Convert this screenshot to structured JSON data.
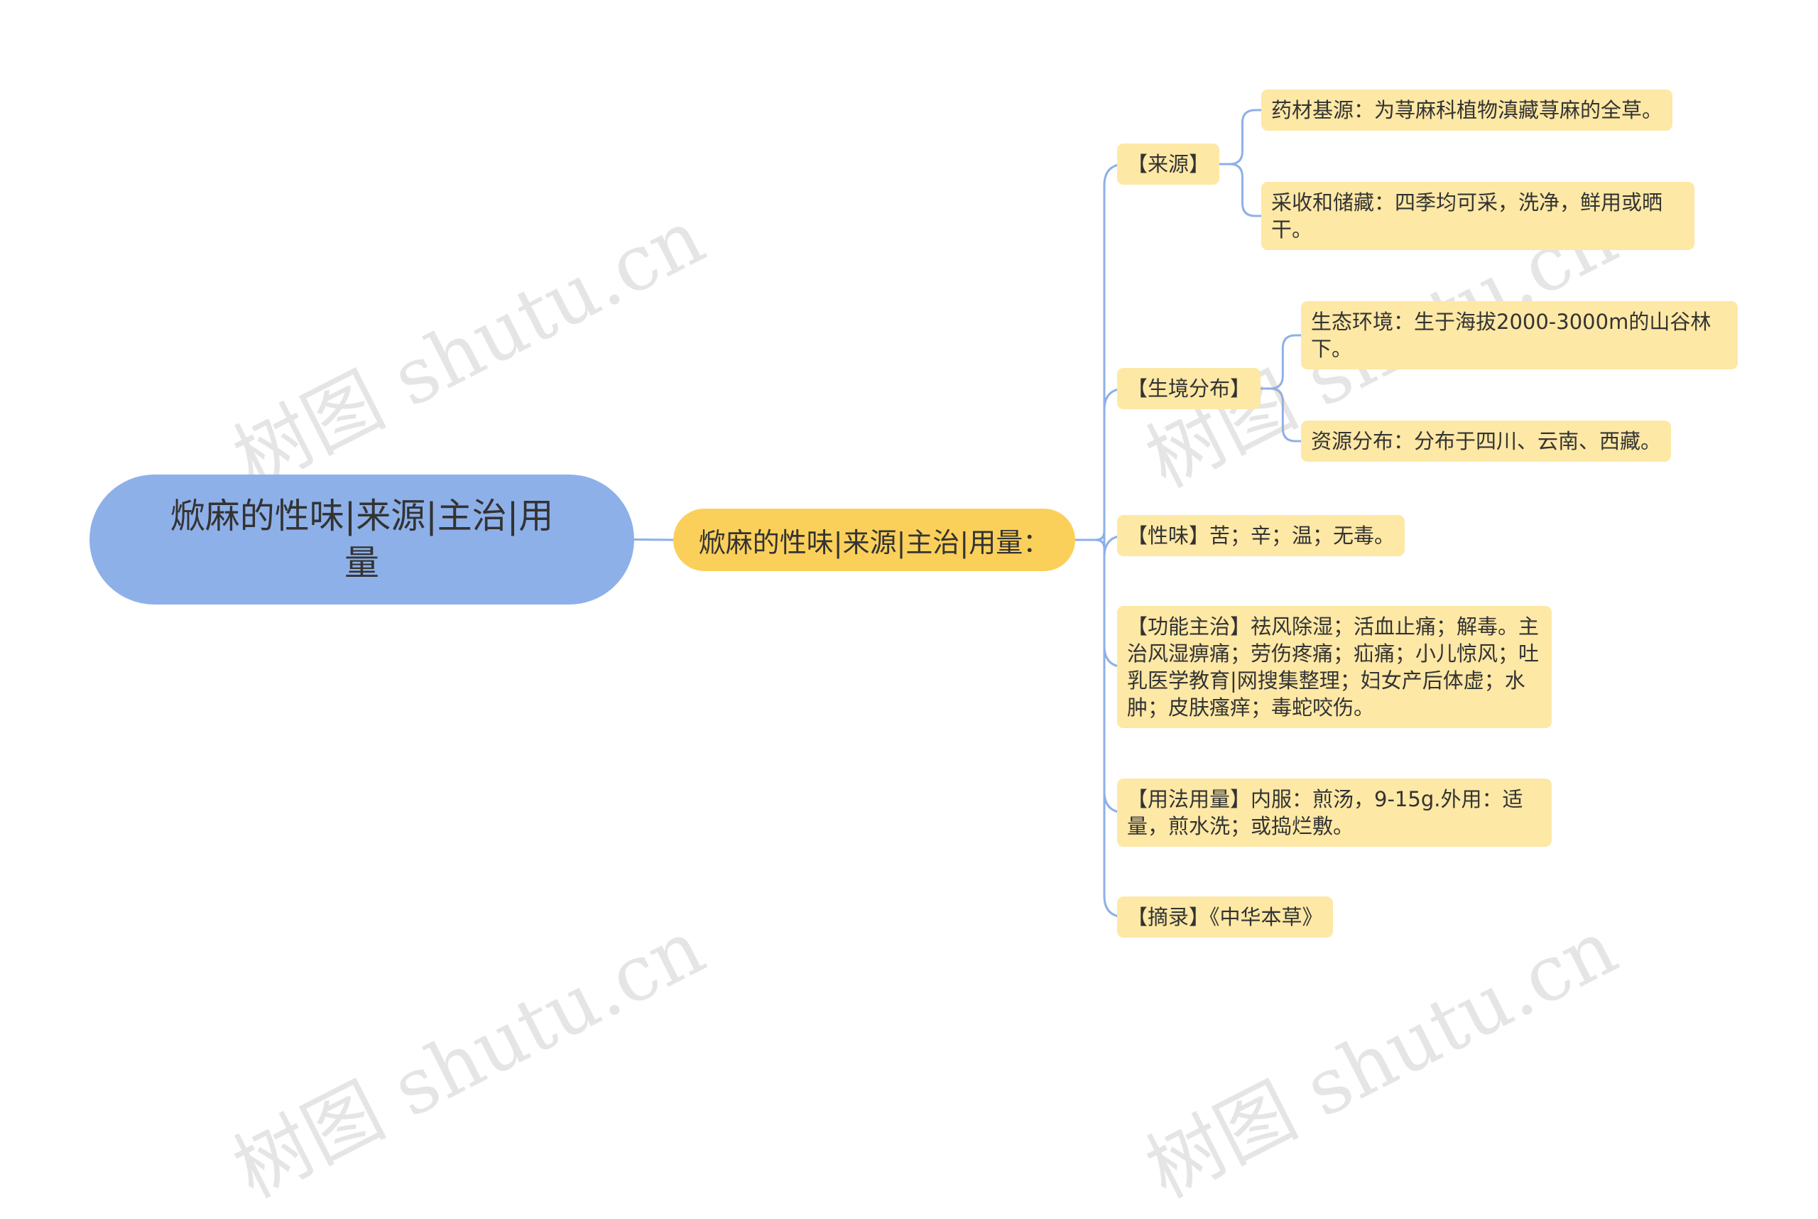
{
  "colors": {
    "root_fill": "#8eb0e9",
    "main_fill": "#fbd05a",
    "leaf_fill": "#fde8a5",
    "connector": "#8eb0e9",
    "watermark": "#aaaaaa"
  },
  "root": {
    "label": "焮麻的性味|来源|主治|用量"
  },
  "main": {
    "label": "焮麻的性味|来源|主治|用量："
  },
  "branches": [
    {
      "label": "【来源】",
      "children": [
        {
          "label": "药材基源：为荨麻科植物滇藏荨麻的全草。"
        },
        {
          "label": "采收和储藏：四季均可采，洗净，鲜用或晒干。"
        }
      ]
    },
    {
      "label": "【生境分布】",
      "children": [
        {
          "label": "生态环境：生于海拔2000-3000m的山谷林下。"
        },
        {
          "label": "资源分布：分布于四川、云南、西藏。"
        }
      ]
    },
    {
      "label": "【性味】苦；辛；温；无毒。"
    },
    {
      "label": "【功能主治】祛风除湿；活血止痛；解毒。主治风湿痹痛；劳伤疼痛；疝痛；小儿惊风；吐乳医学教育|网搜集整理；妇女产后体虚；水肿；皮肤瘙痒；毒蛇咬伤。"
    },
    {
      "label": "【用法用量】内服：煎汤，9-15g.外用：适量，煎水洗；或捣烂敷。"
    },
    {
      "label": "【摘录】《中华本草》"
    }
  ],
  "watermark": {
    "text": "树图 shutu.cn"
  }
}
